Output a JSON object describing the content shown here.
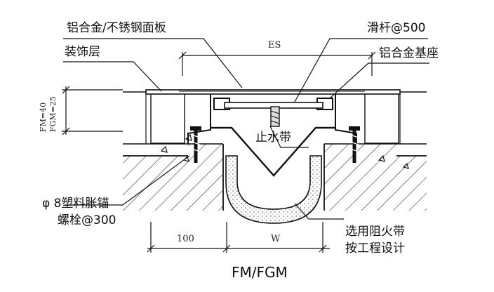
{
  "labels": {
    "panel": "铝合金/不锈钢面板",
    "decor": "装饰层",
    "slide_bar": "滑杆@500",
    "base": "铝合金基座",
    "waterstop": "止水带",
    "anchor_line1": "φ 8塑料胀锚",
    "anchor_line2": "螺栓@300",
    "fire_line1": "选用阻火带",
    "fire_line2": "按工程设计",
    "es": "ES",
    "fm": "FM=40",
    "fgm": "FGM=25",
    "dim_100": "100",
    "dim_w": "W",
    "title": "FM/FGM"
  }
}
